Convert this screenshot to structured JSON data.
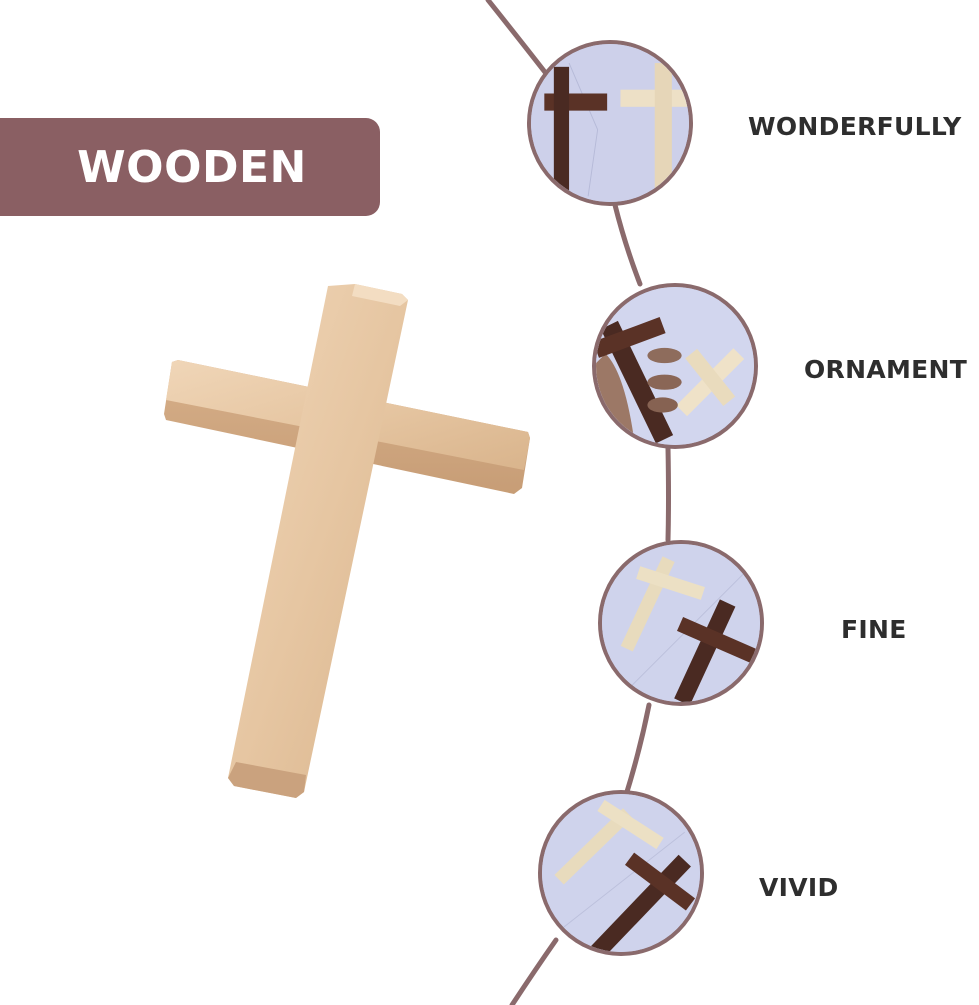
{
  "badge": {
    "label": "WOODEN"
  },
  "colors": {
    "accent": "#8a5f63",
    "ring": "#8a6a6c",
    "label_text": "#2e2e2e",
    "light_wood": "#e8c9a6",
    "dark_wood": "#4f2b24",
    "marble": "#c9cde8"
  },
  "features": [
    {
      "label": "WONDERFULLY",
      "image": "two-crosses-hanging-dark-and-light"
    },
    {
      "label": "ORNAMENT",
      "image": "hand-holding-dark-cross-with-light-cross"
    },
    {
      "label": "FINE",
      "image": "light-and-dark-crosses-diagonal"
    },
    {
      "label": "VIVID",
      "image": "light-and-dark-crosses-overlapping"
    }
  ],
  "hero": {
    "image": "light-wooden-cross"
  }
}
